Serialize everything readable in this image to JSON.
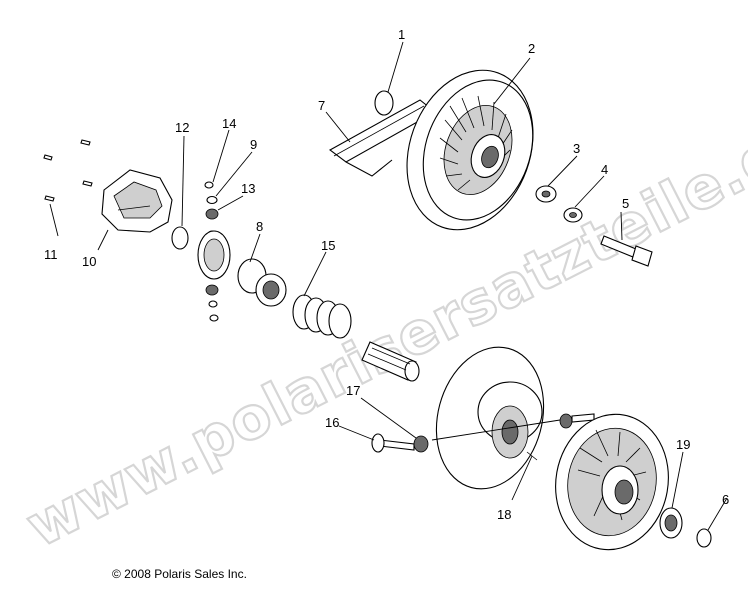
{
  "watermark": "www.polarisersatzteile.de",
  "copyright": "© 2008 Polaris Sales Inc.",
  "callouts": [
    "1",
    "2",
    "3",
    "4",
    "5",
    "6",
    "7",
    "8",
    "9",
    "10",
    "11",
    "12",
    "13",
    "14",
    "15",
    "16",
    "17",
    "18",
    "19"
  ]
}
